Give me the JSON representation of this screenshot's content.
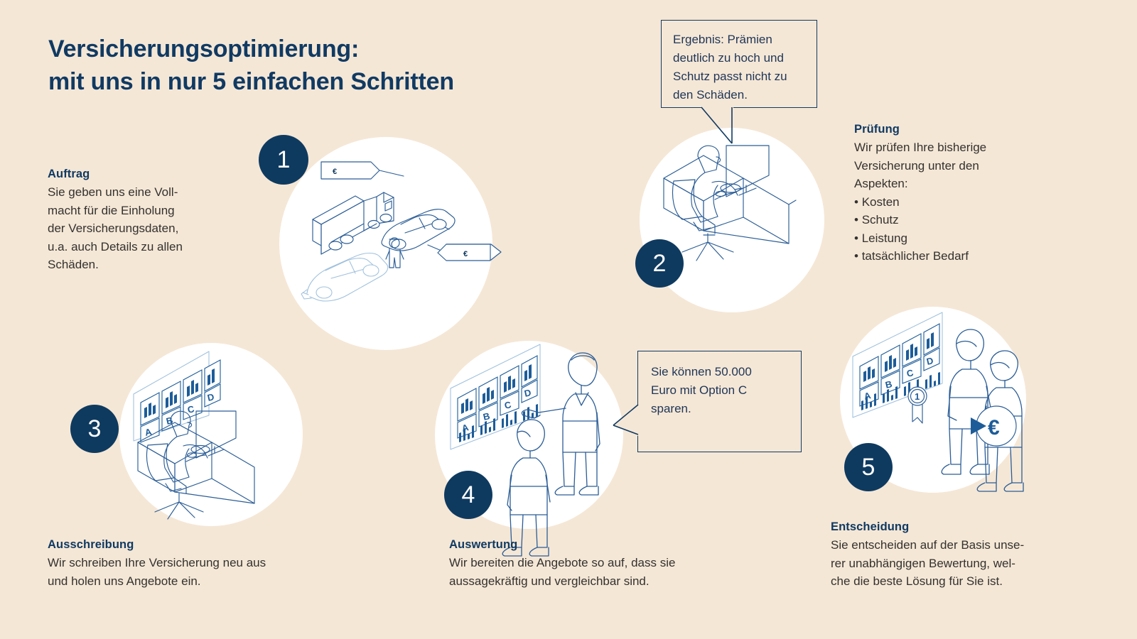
{
  "meta": {
    "background_color": "#f5e7d6",
    "navy": "#0e3a60",
    "heading_color": "#103a63",
    "body_color": "#33322f",
    "line_color": "#2b5d96"
  },
  "title": {
    "line1": "Versicherungsoptimierung:",
    "line2": "mit uns in nur 5 einfachen Schritten"
  },
  "steps": [
    {
      "number": "1",
      "heading": "Auftrag",
      "body": "Sie geben uns eine Voll-\nmacht für die Einholung\nder Versicherungsdaten,\nu.a. auch Details zu allen\nSchäden.",
      "illustration": "truck-cars-price-tags",
      "tags": [
        "€",
        "€"
      ]
    },
    {
      "number": "2",
      "heading": "Prüfung",
      "body": "Wir prüfen Ihre bisherige\nVersicherung unter den\nAspekten:",
      "bullets": [
        "Kosten",
        "Schutz",
        "Leistung",
        "tatsächlicher Bedarf"
      ],
      "illustration": "person-at-desk-with-monitor"
    },
    {
      "number": "3",
      "heading": "Ausschreibung",
      "body": "Wir schreiben Ihre Versicherung neu aus\nund holen uns Angebote ein.",
      "illustration": "person-at-desk-with-chart-board",
      "board_labels": [
        "A",
        "B",
        "C",
        "D"
      ]
    },
    {
      "number": "4",
      "heading": "Auswertung",
      "body": "Wir bereiten die Angebote so auf, dass sie\naussagekräftig und vergleichbar sind.",
      "illustration": "presenter-and-listener-with-chart-board",
      "board_labels": [
        "A",
        "B",
        "C",
        "D"
      ]
    },
    {
      "number": "5",
      "heading": "Entscheidung",
      "body": "Sie entscheiden auf der Basis unse-\nrer unabhängigen Bewertung, wel-\nche die beste Lösung für Sie ist.",
      "illustration": "two-people-handshake-euro-coin-award-board",
      "board_labels": [
        "A",
        "B",
        "C",
        "D"
      ],
      "award_number": "1",
      "coin_symbol": "€"
    }
  ],
  "callouts": [
    {
      "id": "callout-pruefung",
      "text": "Ergebnis: Prämien\ndeutlich zu hoch und\nSchutz passt nicht zu\nden Schäden."
    },
    {
      "id": "callout-auswertung",
      "text": "Sie können 50.000\nEuro mit Option C\nsparen."
    }
  ]
}
